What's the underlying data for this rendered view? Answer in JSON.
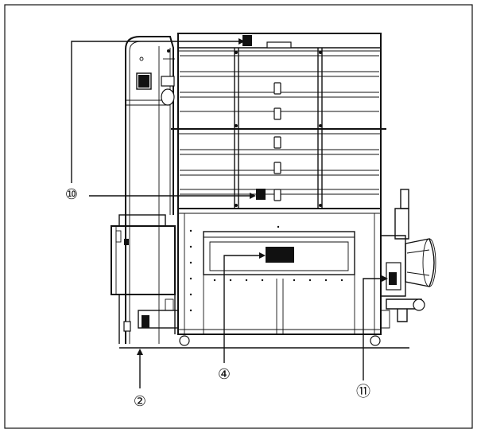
{
  "callouts": [
    {
      "id": "10",
      "label": "⑩"
    },
    {
      "id": "4",
      "label": "④"
    },
    {
      "id": "11",
      "label": "⑪"
    },
    {
      "id": "2",
      "label": "②"
    }
  ],
  "colors": {
    "ink": "#111111",
    "paper": "#ffffff"
  }
}
